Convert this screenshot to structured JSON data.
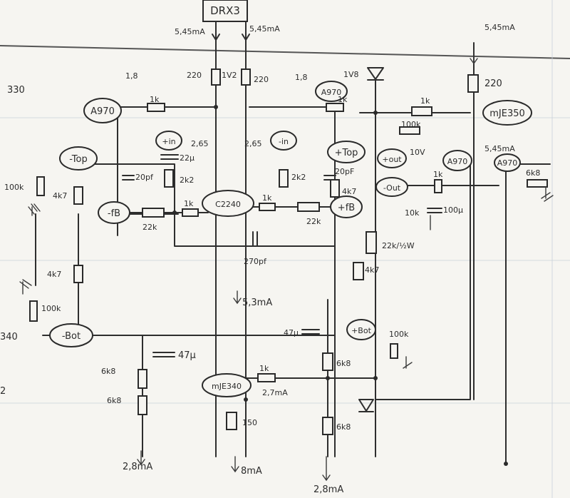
{
  "header": {
    "title_box": "DRX3",
    "supply_left": "5,45mA",
    "supply_right": "5,45mA",
    "supply_far_right": "5,45mA"
  },
  "colors": {
    "paper": "#f6f5f1",
    "ink": "#2e2e2e",
    "rule": "#b9c3cf"
  },
  "margin_labels": {
    "top": "330",
    "mid": "340",
    "bottom": "2"
  },
  "transistors": {
    "q_left": "A970",
    "q_center": "A970",
    "q_right_input": "A970",
    "q_right_output": "A970",
    "q_top_right": "mJE350",
    "q_diff_pair": "C2240",
    "q_bottom": "mJE340"
  },
  "nodes": {
    "minus_top": "-Top",
    "minus_in": "+in",
    "minus_in_right": "-in",
    "plus_top": "+Top",
    "fb_left": "-fB",
    "fb_right": "+fB",
    "minus_bot": "-Bot",
    "plus_bot": "+Bot",
    "plus_out": "+out",
    "minus_out": "-Out"
  },
  "components": {
    "r_220_left": "220",
    "r_220_right": "220",
    "led_1v2": "1V2",
    "r_1k_top_left": "1k",
    "r_1k_top_center": "1k",
    "r_1k_top_right": "1k",
    "r_100k_top_right": "100k",
    "v_10v": "10V",
    "c_22u": "22µ",
    "r_2k2_left": "2k2",
    "r_2k2_right": "2k2",
    "c_20pf_left": "20pf",
    "c_20pf_right": "20pF",
    "r_4k7_right": "4k7",
    "r_100k_left": "100k",
    "r_4k7_left": "4k7",
    "r_22k_left": "22k",
    "r_22k_right": "22k",
    "r_1k_diff_left": "1k",
    "r_1k_diff_right": "1k",
    "c_270pf": "270pf",
    "r_22k_lw": "22k/½W",
    "r_4k7_mid": "4k7",
    "r_100k_mid_left": "100k",
    "r_4k7_mid_left": "4k7",
    "c_47u_left": "47µ",
    "c_47u_center": "47µ",
    "r_6k8_a": "6k8",
    "r_6k8_b": "6k8",
    "r_6k8_c": "6k8",
    "r_6k8_d": "6k8",
    "r_6k8_right": "6k8",
    "r_1k_bottom": "1k",
    "r_150": "150",
    "r_1k_pot_right": "1k",
    "r_10k": "10k",
    "c_100u": "100µ",
    "r_100k_bot_right": "100k",
    "led_1v8": "1V8"
  },
  "currents": {
    "i_1_8_left": "1,8",
    "i_1_8_right": "1,8",
    "i_2_65_left": "2,65",
    "i_2_65_right": "2,65",
    "i_5_3": "5,3mA",
    "i_2_7": "2,7mA",
    "i_5_45_right": "5,45mA",
    "i_bot_left": "2,8mA",
    "i_bot_center": "8mA",
    "i_bot_right": "2,8mA",
    "unit_ma": "mA"
  }
}
